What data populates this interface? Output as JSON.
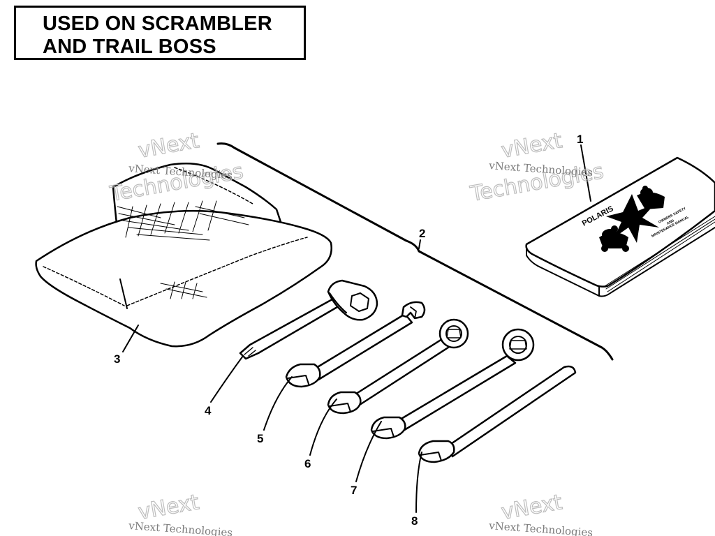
{
  "header": {
    "line1": "USED ON SCRAMBLER",
    "line2": "AND TRAIL BOSS"
  },
  "callouts": {
    "c1": "1",
    "c2": "2",
    "c3": "3",
    "c4": "4",
    "c5": "5",
    "c6": "6",
    "c7": "7",
    "c8": "8"
  },
  "manual": {
    "brand": "POLARIS",
    "cover_line1": "OWNERS SAFETY",
    "cover_line2": "AND",
    "cover_line3": "MAINTENANCE MANUAL"
  },
  "watermark": {
    "small": "vNext Technologies",
    "big": "Technologies",
    "top": "vNext"
  },
  "colors": {
    "ink": "#000000",
    "paper": "#ffffff",
    "watermark": "#7d7d7d"
  }
}
